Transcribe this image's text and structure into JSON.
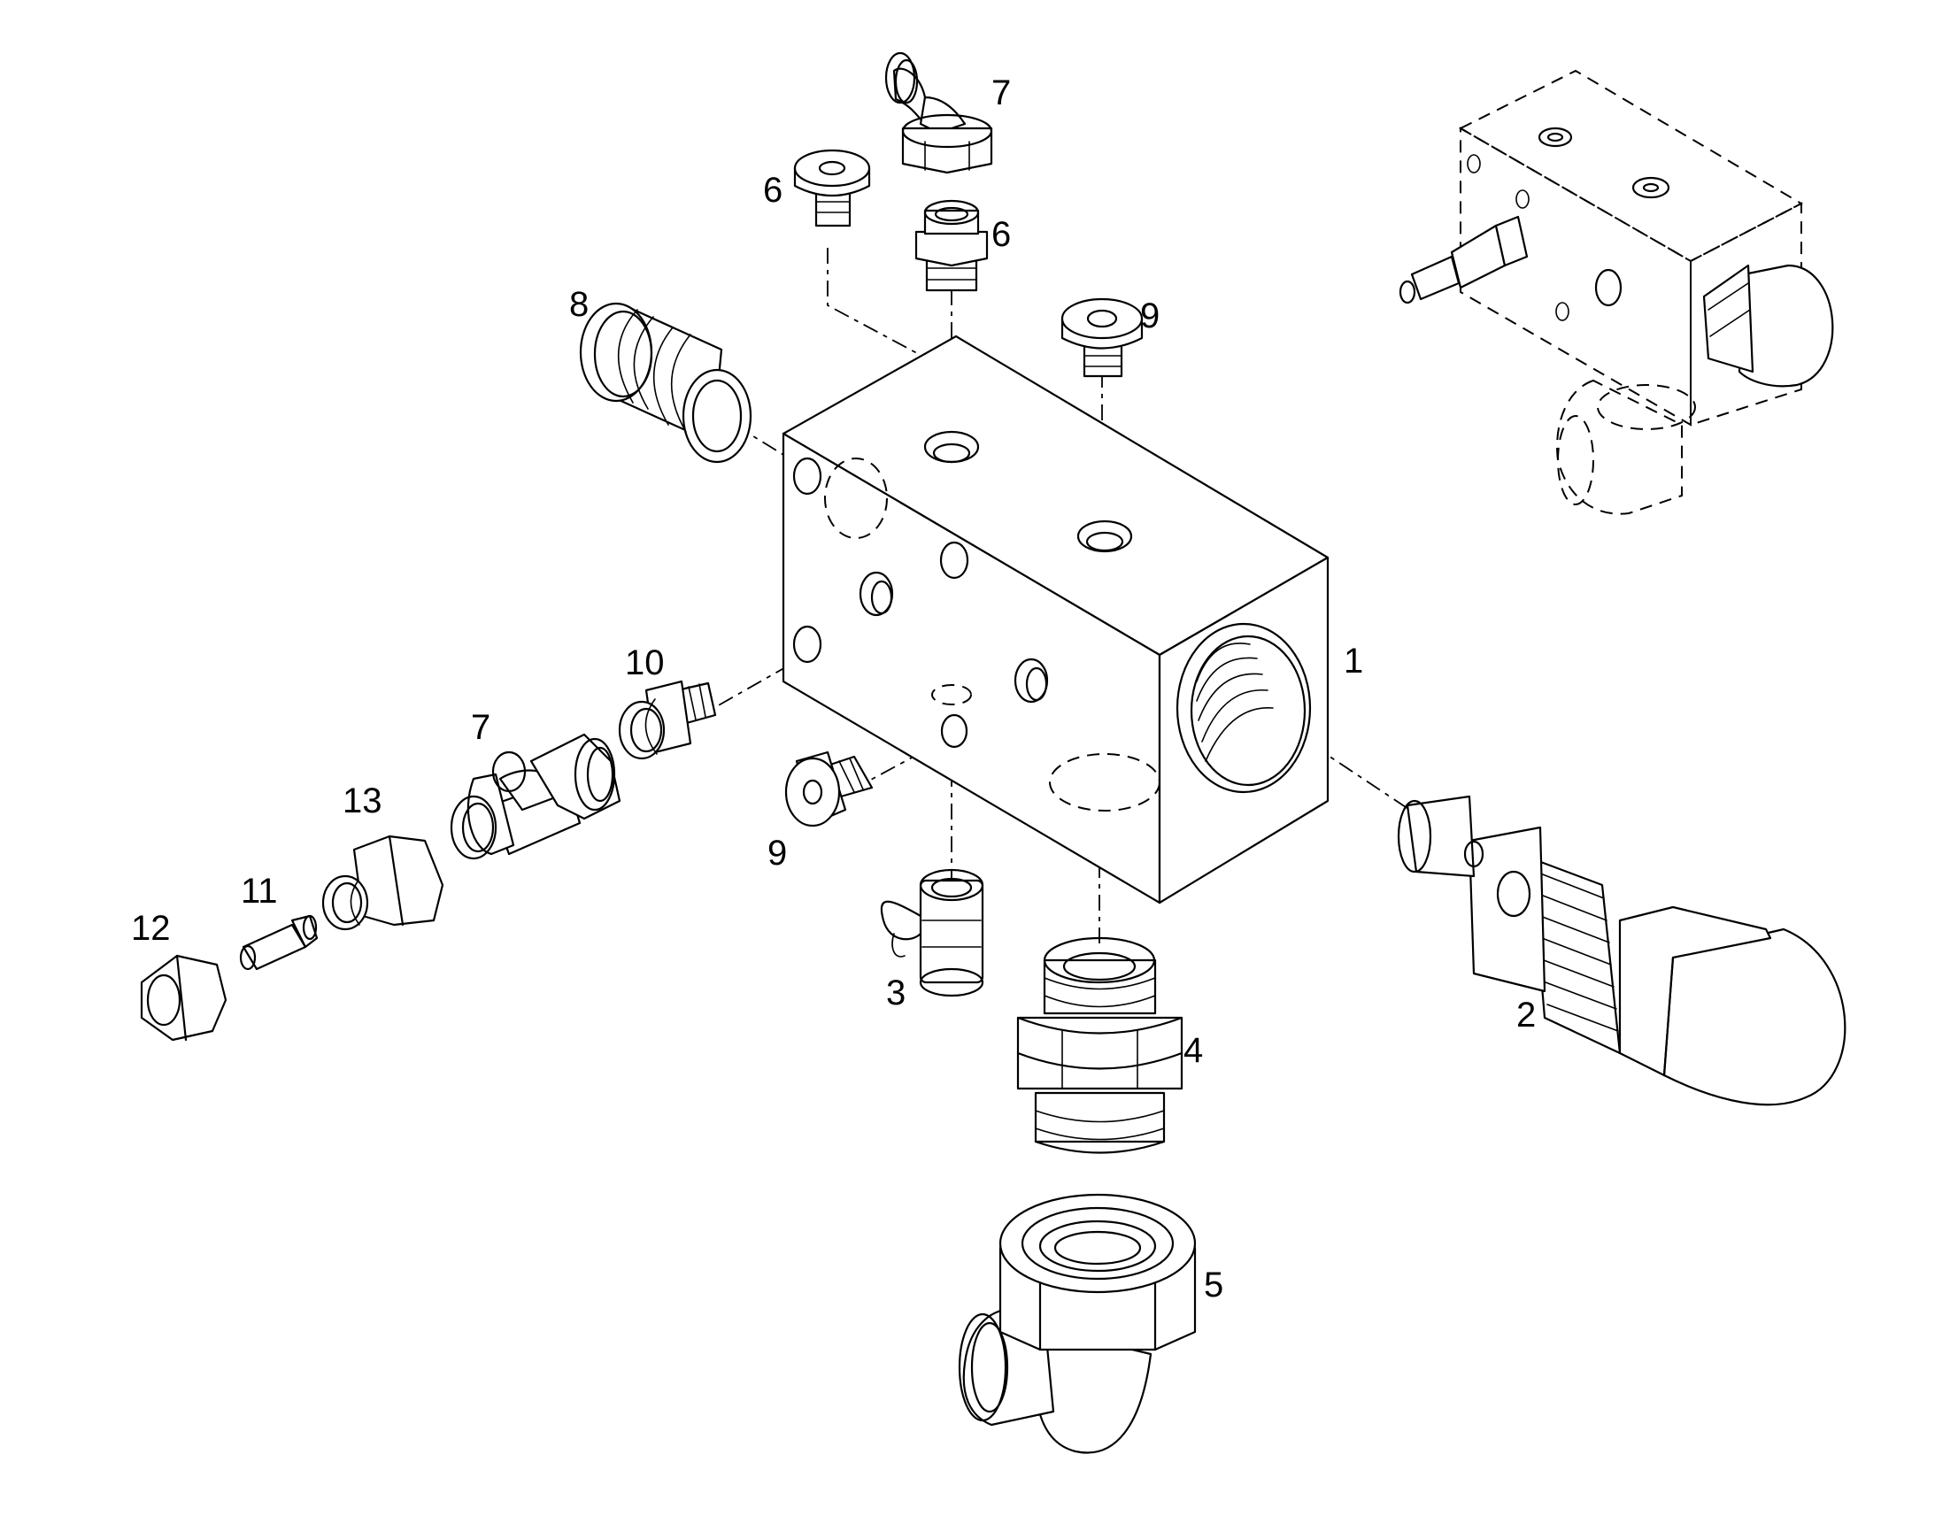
{
  "diagram": {
    "type": "exploded-parts-diagram",
    "labels": {
      "block": "1",
      "cartridge": "2",
      "test_port": "3",
      "adapter": "4",
      "elbow_large": "5",
      "plug_top": "6",
      "adapter_top": "6",
      "elbow_top": "7",
      "tee_left": "7",
      "port_adapter": "8",
      "plug_front": "9",
      "plug_top_right": "9",
      "connector": "10",
      "nipple": "11",
      "nut": "12",
      "fitting": "13"
    }
  }
}
